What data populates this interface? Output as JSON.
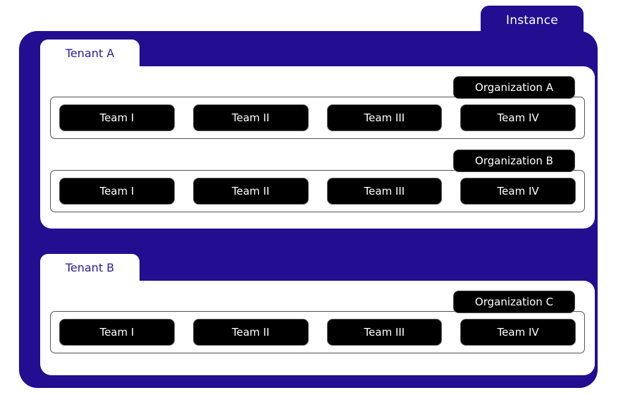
{
  "diagram": {
    "instance": {
      "label": "Instance",
      "color": "#230E91"
    },
    "tenants": [
      {
        "label": "Tenant A",
        "organizations": [
          {
            "label": "Organization A",
            "teams": [
              {
                "label": "Team I"
              },
              {
                "label": "Team II"
              },
              {
                "label": "Team III"
              },
              {
                "label": "Team IV"
              }
            ]
          },
          {
            "label": "Organization B",
            "teams": [
              {
                "label": "Team I"
              },
              {
                "label": "Team II"
              },
              {
                "label": "Team III"
              },
              {
                "label": "Team IV"
              }
            ]
          }
        ]
      },
      {
        "label": "Tenant B",
        "organizations": [
          {
            "label": "Organization C",
            "teams": [
              {
                "label": "Team I"
              },
              {
                "label": "Team II"
              },
              {
                "label": "Team III"
              },
              {
                "label": "Team IV"
              }
            ]
          }
        ]
      }
    ],
    "colors": {
      "instance_fill": "#230E91",
      "tenant_fill": "#ffffff",
      "tenant_text": "#2A1D9E",
      "org_fill": "#000000",
      "org_text": "#ffffff",
      "team_fill": "#000000",
      "team_text": "#ffffff",
      "page_background": "#ffffff"
    }
  }
}
